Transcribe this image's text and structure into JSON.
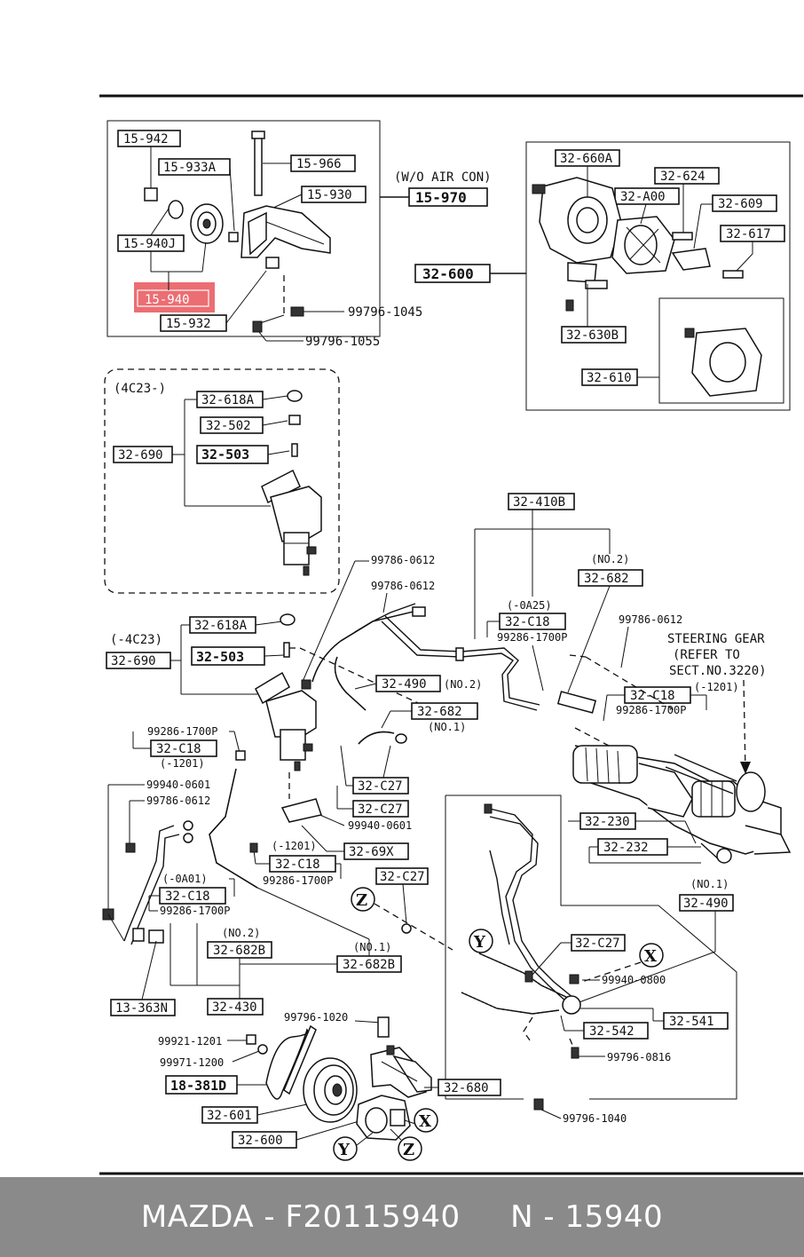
{
  "highlight_color": "#e8555a",
  "footer": {
    "brand": "MAZDA - F20115940",
    "number": "N - 15940"
  },
  "notes": {
    "wo_air_con": "(W/O AIR CON)",
    "group_4c23_plus": "(4C23-)",
    "group_minus_4c23": "(-4C23)",
    "steering_gear_1": "STEERING GEAR",
    "steering_gear_2": "(REFER TO",
    "steering_gear_3": "SECT.NO.3220)",
    "no1": "(NO.1)",
    "no2": "(NO.2)",
    "minus_0a25": "(-0A25)",
    "minus_1201": "(-1201)",
    "minus_0a01": "(-0A01)"
  },
  "parts": {
    "p15_942": "15-942",
    "p15_933a": "15-933A",
    "p15_966": "15-966",
    "p15_930": "15-930",
    "p15_970": "15-970",
    "p15_940j": "15-940J",
    "p15_940": "15-940",
    "p15_932": "15-932",
    "p32_660a": "32-660A",
    "p32_624": "32-624",
    "p32_a00": "32-A00",
    "p32_609": "32-609",
    "p32_617": "32-617",
    "p32_600a": "32-600",
    "p32_630b": "32-630B",
    "p32_610": "32-610",
    "p32_618a_1": "32-618A",
    "p32_502": "32-502",
    "p32_503_1": "32-503",
    "p32_690_1": "32-690",
    "p32_410b": "32-410B",
    "p32_682_top": "32-682",
    "p32_c18_a": "32-C18",
    "p32_618a_2": "32-618A",
    "p32_690_2": "32-690",
    "p32_503_2": "32-503",
    "p32_490_a": "32-490",
    "p32_682_mid": "32-682",
    "p32_c18_b": "32-C18",
    "p32_c18_c": "32-C18",
    "p32_c27_a": "32-C27",
    "p32_c27_b": "32-C27",
    "p32_69x": "32-69X",
    "p32_c18_d": "32-C18",
    "p32_c27_c": "32-C27",
    "p32_c18_e": "32-C18",
    "p32_682b_a": "32-682B",
    "p32_682b_b": "32-682B",
    "p13_363n": "13-363N",
    "p32_430": "32-430",
    "p32_230": "32-230",
    "p32_232": "32-232",
    "p32_490_b": "32-490",
    "p32_c27_d": "32-C27",
    "p32_541": "32-541",
    "p32_542": "32-542",
    "p18_381d": "18-381D",
    "p32_601": "32-601",
    "p32_600b": "32-600",
    "p32_680": "32-680"
  },
  "bolts": {
    "b99796_1045": "99796-1045",
    "b99796_1055": "99796-1055",
    "b99786_0612_a": "99786-0612",
    "b99786_0612_b": "99786-0612",
    "b99786_0612_c": "99786-0612",
    "b99286_1700p_a": "99286-1700P",
    "b99286_1700p_b": "99286-1700P",
    "b99286_1700p_c": "99286-1700P",
    "b99286_1700p_d": "99286-1700P",
    "b99286_1700p_e": "99286-1700P",
    "b99940_0601_a": "99940-0601",
    "b99786_0612_d": "99786-0612",
    "b99940_0601_b": "99940-0601",
    "b99940_0800": "99940-0800",
    "b99796_1020": "99796-1020",
    "b99921_1201": "99921-1201",
    "b99971_1200": "99971-1200",
    "b99796_0816": "99796-0816",
    "b99796_1040": "99796-1040"
  },
  "markers": {
    "x": "X",
    "y": "Y",
    "z": "Z"
  },
  "icons": [
    "pulley-icon",
    "bracket-icon",
    "pump-icon",
    "reservoir-icon",
    "hose-icon",
    "steering-gear-icon",
    "belt-icon"
  ]
}
